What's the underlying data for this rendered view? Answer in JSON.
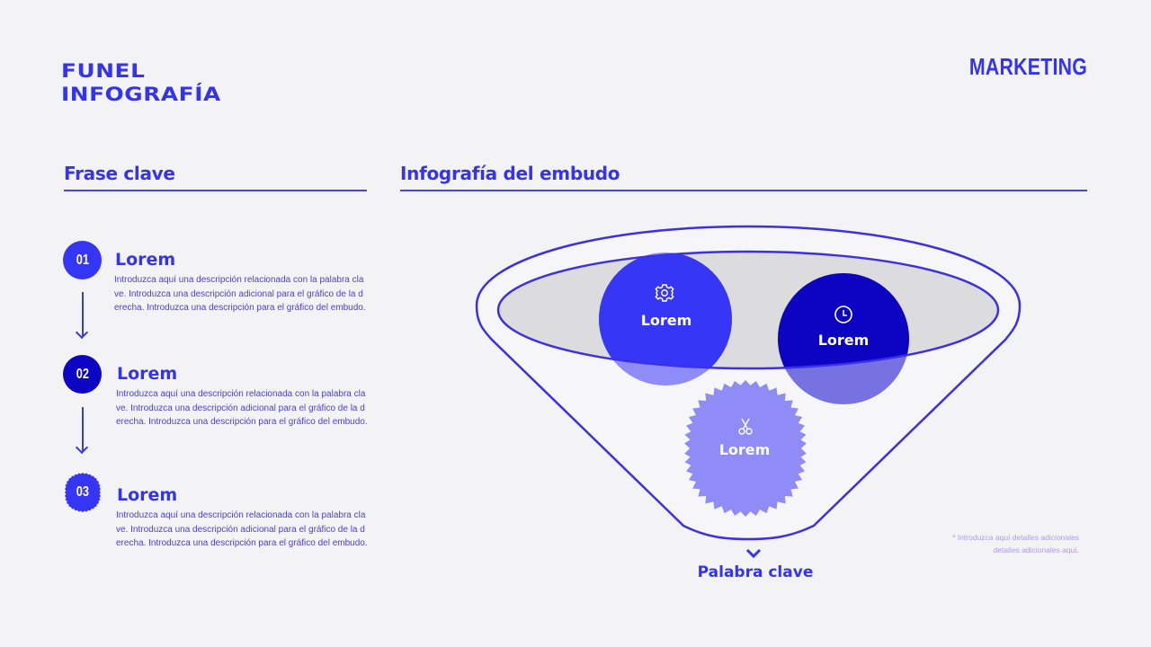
{
  "header": {
    "title_line1": "FUNEL",
    "title_line2": "INFOGRAFÍA",
    "brand": "MARKETING"
  },
  "left_section": {
    "heading": "Frase clave",
    "steps": [
      {
        "number": "01",
        "title": "Lorem",
        "description": "Introduzca aquí una descripción relacionada con la palabra clave. Introduzca una descripción adicional para el gráfico de la derecha. Introduzca una descripción para el gráfico del embudo.",
        "badge_shape": "circle",
        "badge_color": "#3535f5"
      },
      {
        "number": "02",
        "title": "Lorem",
        "description": "Introduzca aquí una descripción relacionada con la palabra clave. Introduzca una descripción adicional para el gráfico de la derecha. Introduzca una descripción para el gráfico del embudo.",
        "badge_shape": "circle",
        "badge_color": "#0d05c4"
      },
      {
        "number": "03",
        "title": "Lorem",
        "description": "Introduzca aquí una descripción relacionada con la palabra clave. Introduzca una descripción adicional para el gráfico de la derecha. Introduzca una descripción para el gráfico del embudo.",
        "badge_shape": "starburst",
        "badge_color": "#3535f5"
      }
    ]
  },
  "right_section": {
    "heading": "Infografía del embudo",
    "funnel_nodes": [
      {
        "label": "Lorem",
        "icon": "gear-icon",
        "shape": "circle",
        "color": "#3636f7"
      },
      {
        "label": "Lorem",
        "icon": "clock-icon",
        "shape": "circle",
        "color": "#0c04c2"
      },
      {
        "label": "Lorem",
        "icon": "scissors-icon",
        "shape": "starburst",
        "color": "#8f8cf7"
      }
    ],
    "output_label": "Palabra clave",
    "note_line1": "* Introduzca aquí detalles adicionales",
    "note_line2": "detalles adicionales aquí."
  },
  "colors": {
    "background": "#f3f2f5",
    "accent": "#3333f2",
    "dark_accent": "#0c04c2",
    "light_accent": "#8f8cf7",
    "funnel_top_fill": "#dcdcdf",
    "note_text": "#a99ef2"
  }
}
